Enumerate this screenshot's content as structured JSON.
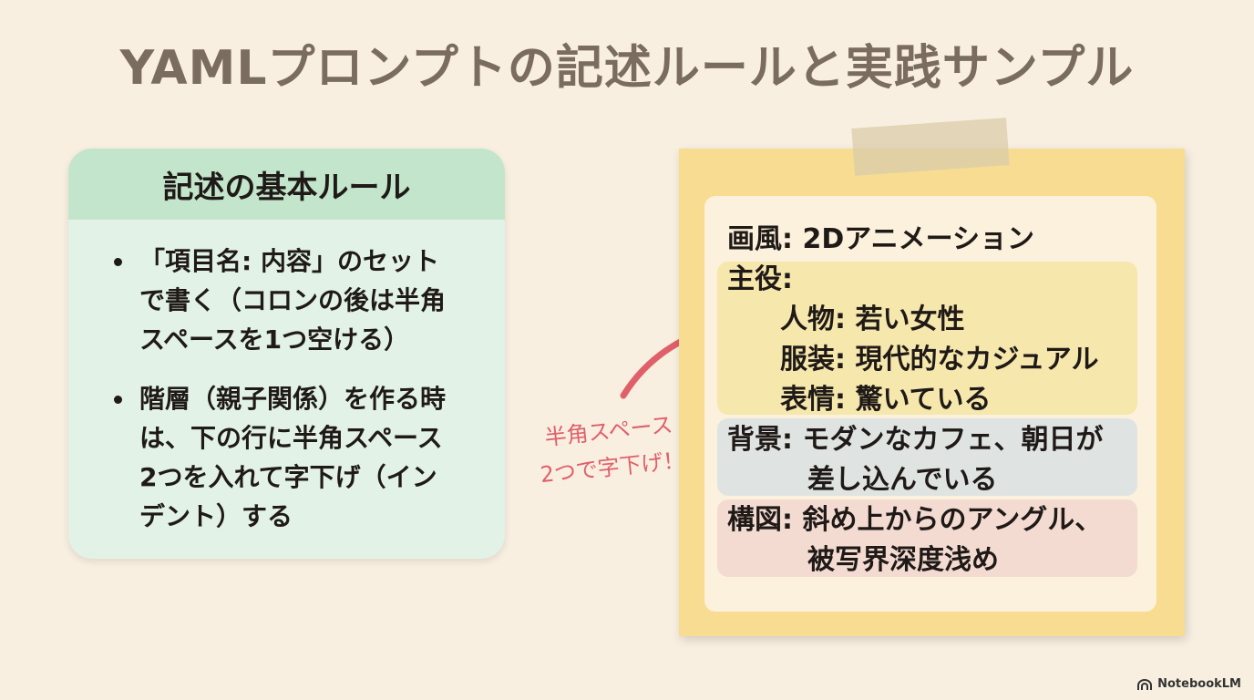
{
  "title": "YAMLプロンプトの記述ルールと実践サンプル",
  "rules": {
    "header": "記述の基本ルール",
    "items": [
      [
        "「項目名: 内容」のセット",
        "で書く（コロンの後は半角",
        "スペースを1つ空ける）"
      ],
      [
        "階層（親子関係）を作る時",
        "は、下の行に半角スペース",
        "2つを入れて字下げ（イン",
        "デント）する"
      ]
    ]
  },
  "annotation": [
    "半角スペース",
    "2つで字下げ！"
  ],
  "sample": {
    "style": "画風:  2Dアニメーション",
    "main_role": "主役:",
    "person": "人物: 若い女性",
    "outfit": "服装: 現代的なカジュアル",
    "expression": "表情: 驚いている",
    "background_1": "背景:  モダンなカフェ、朝日が",
    "background_2": "差し込んでいる",
    "composition_1": "構図:  斜め上からのアングル、",
    "composition_2": "被写界深度浅め"
  },
  "brand": "NotebookLM",
  "colors": {
    "title": "#7a6c5f",
    "rules_bg": "#e2f2e6",
    "rules_header": "#c3e5cc",
    "note": "#f7dc92",
    "annotation": "#e0606a"
  },
  "icons": [
    "notebooklm-logo-icon",
    "hand-drawn-arrow-icon"
  ]
}
